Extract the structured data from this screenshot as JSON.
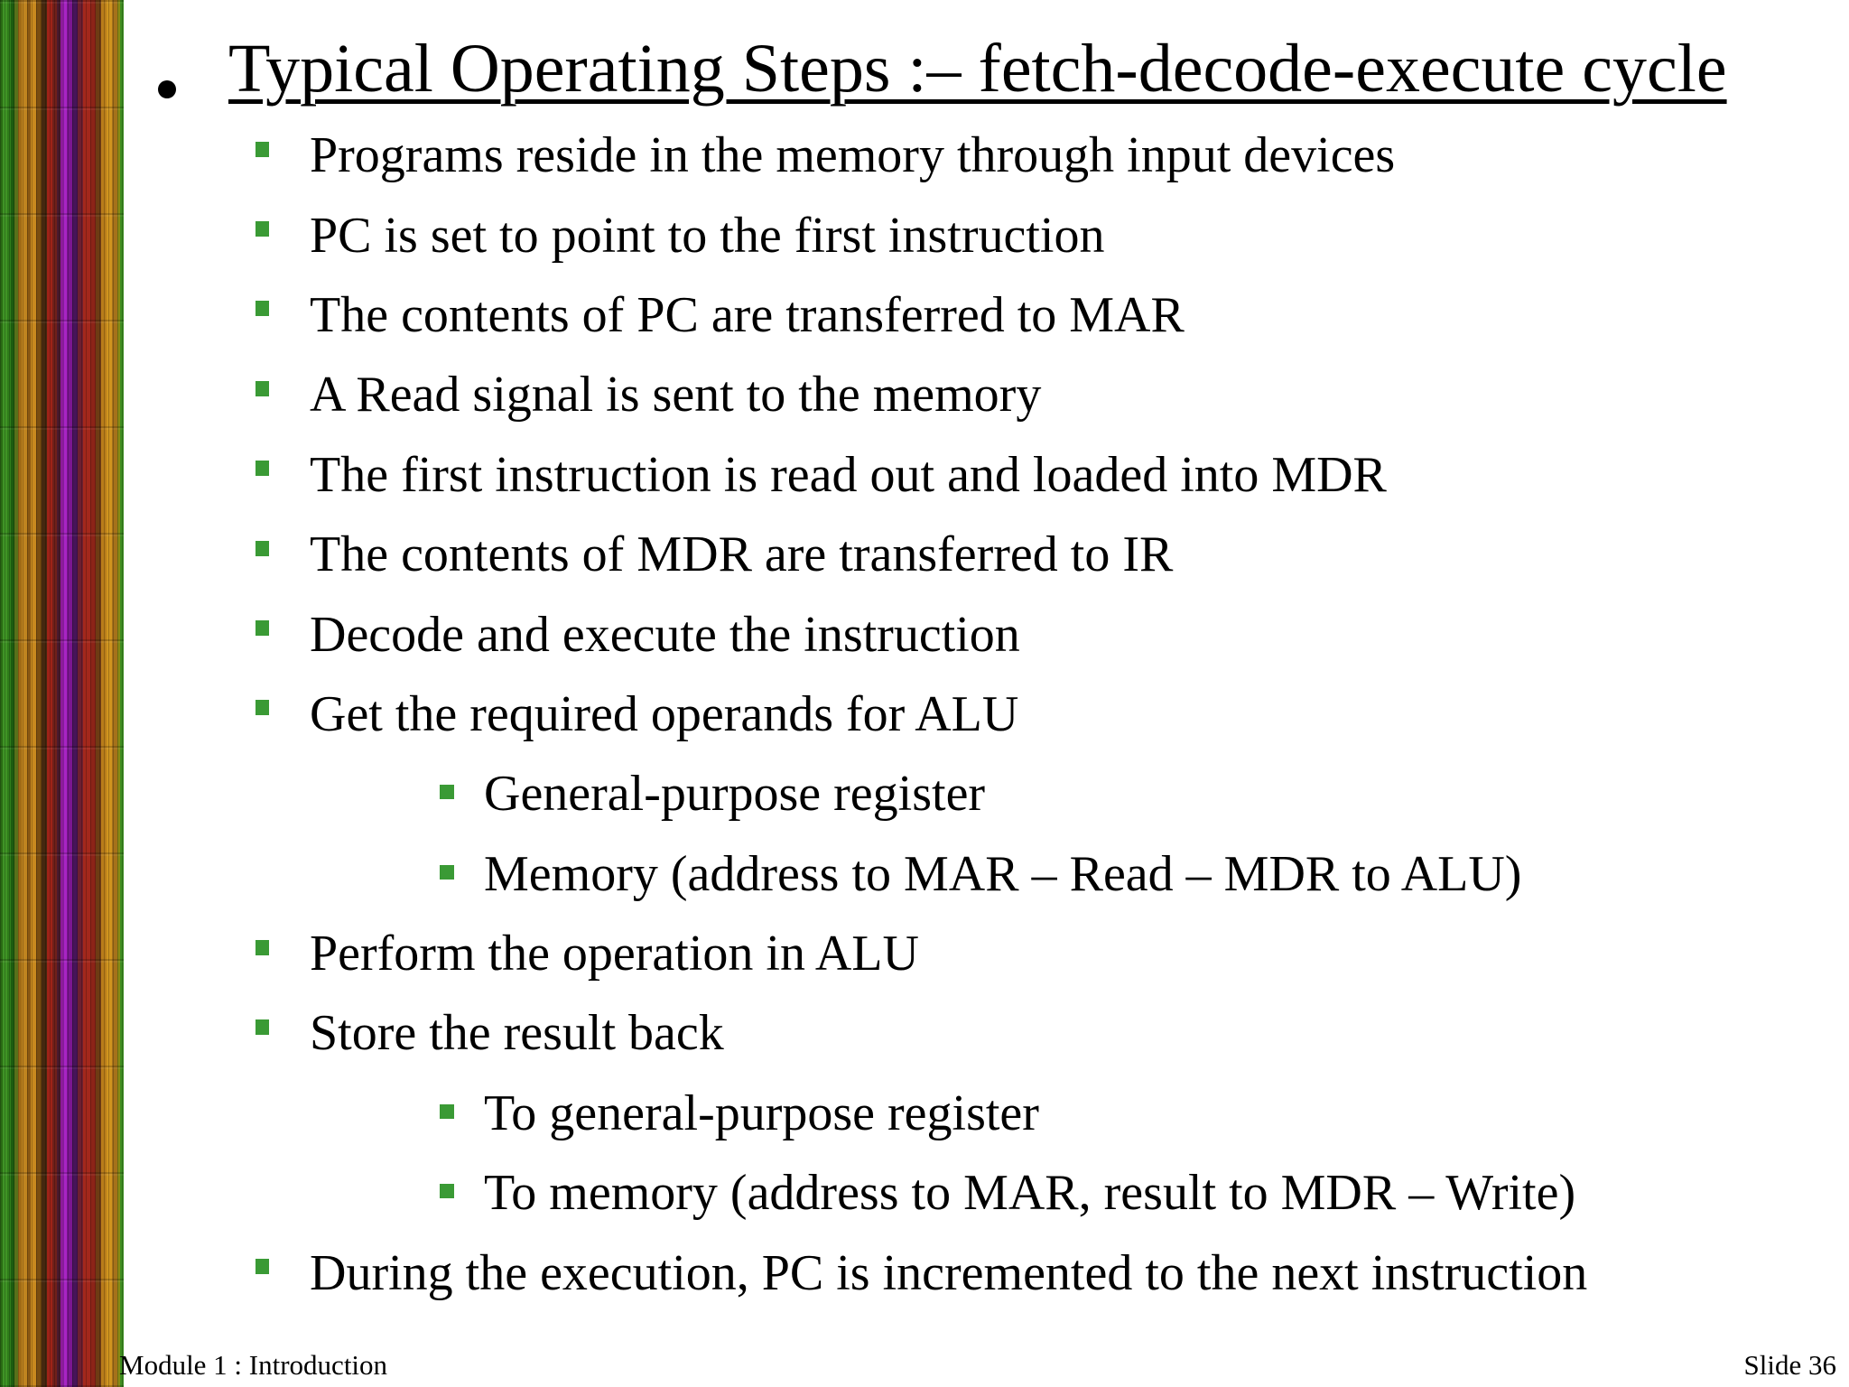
{
  "slide": {
    "title": "Typical Operating Steps :– fetch-decode-execute cycle",
    "bullets": [
      {
        "level": 1,
        "text": "Programs reside in the memory through input devices"
      },
      {
        "level": 1,
        "text": "PC is set to point to the first instruction"
      },
      {
        "level": 1,
        "text": "The contents of PC are transferred to MAR"
      },
      {
        "level": 1,
        "text": "A Read signal is sent to the memory"
      },
      {
        "level": 1,
        "text": "The first instruction is read out and loaded into MDR"
      },
      {
        "level": 1,
        "text": "The contents of MDR are transferred to IR"
      },
      {
        "level": 1,
        "text": "Decode and execute the instruction"
      },
      {
        "level": 1,
        "text": "Get the required operands for ALU"
      },
      {
        "level": 2,
        "text": "General-purpose register"
      },
      {
        "level": 2,
        "text": "Memory (address to MAR – Read – MDR to ALU)"
      },
      {
        "level": 1,
        "text": "Perform the operation in ALU"
      },
      {
        "level": 1,
        "text": "Store the result back"
      },
      {
        "level": 2,
        "text": "To general-purpose register"
      },
      {
        "level": 2,
        "text": "To memory (address to MAR, result to MDR – Write)"
      },
      {
        "level": 1,
        "text": "During the execution, PC is incremented to the next instruction"
      }
    ],
    "footer": {
      "left": "Module 1 : Introduction",
      "right": "Slide 36"
    },
    "colors": {
      "bullet_green": "#3a9a35",
      "text": "#000000",
      "background": "#ffffff",
      "band_palette": [
        "#3f9425",
        "#c8891f",
        "#9e2318",
        "#8c1b9a",
        "#471458",
        "#a3281c",
        "#cf941f"
      ]
    }
  }
}
